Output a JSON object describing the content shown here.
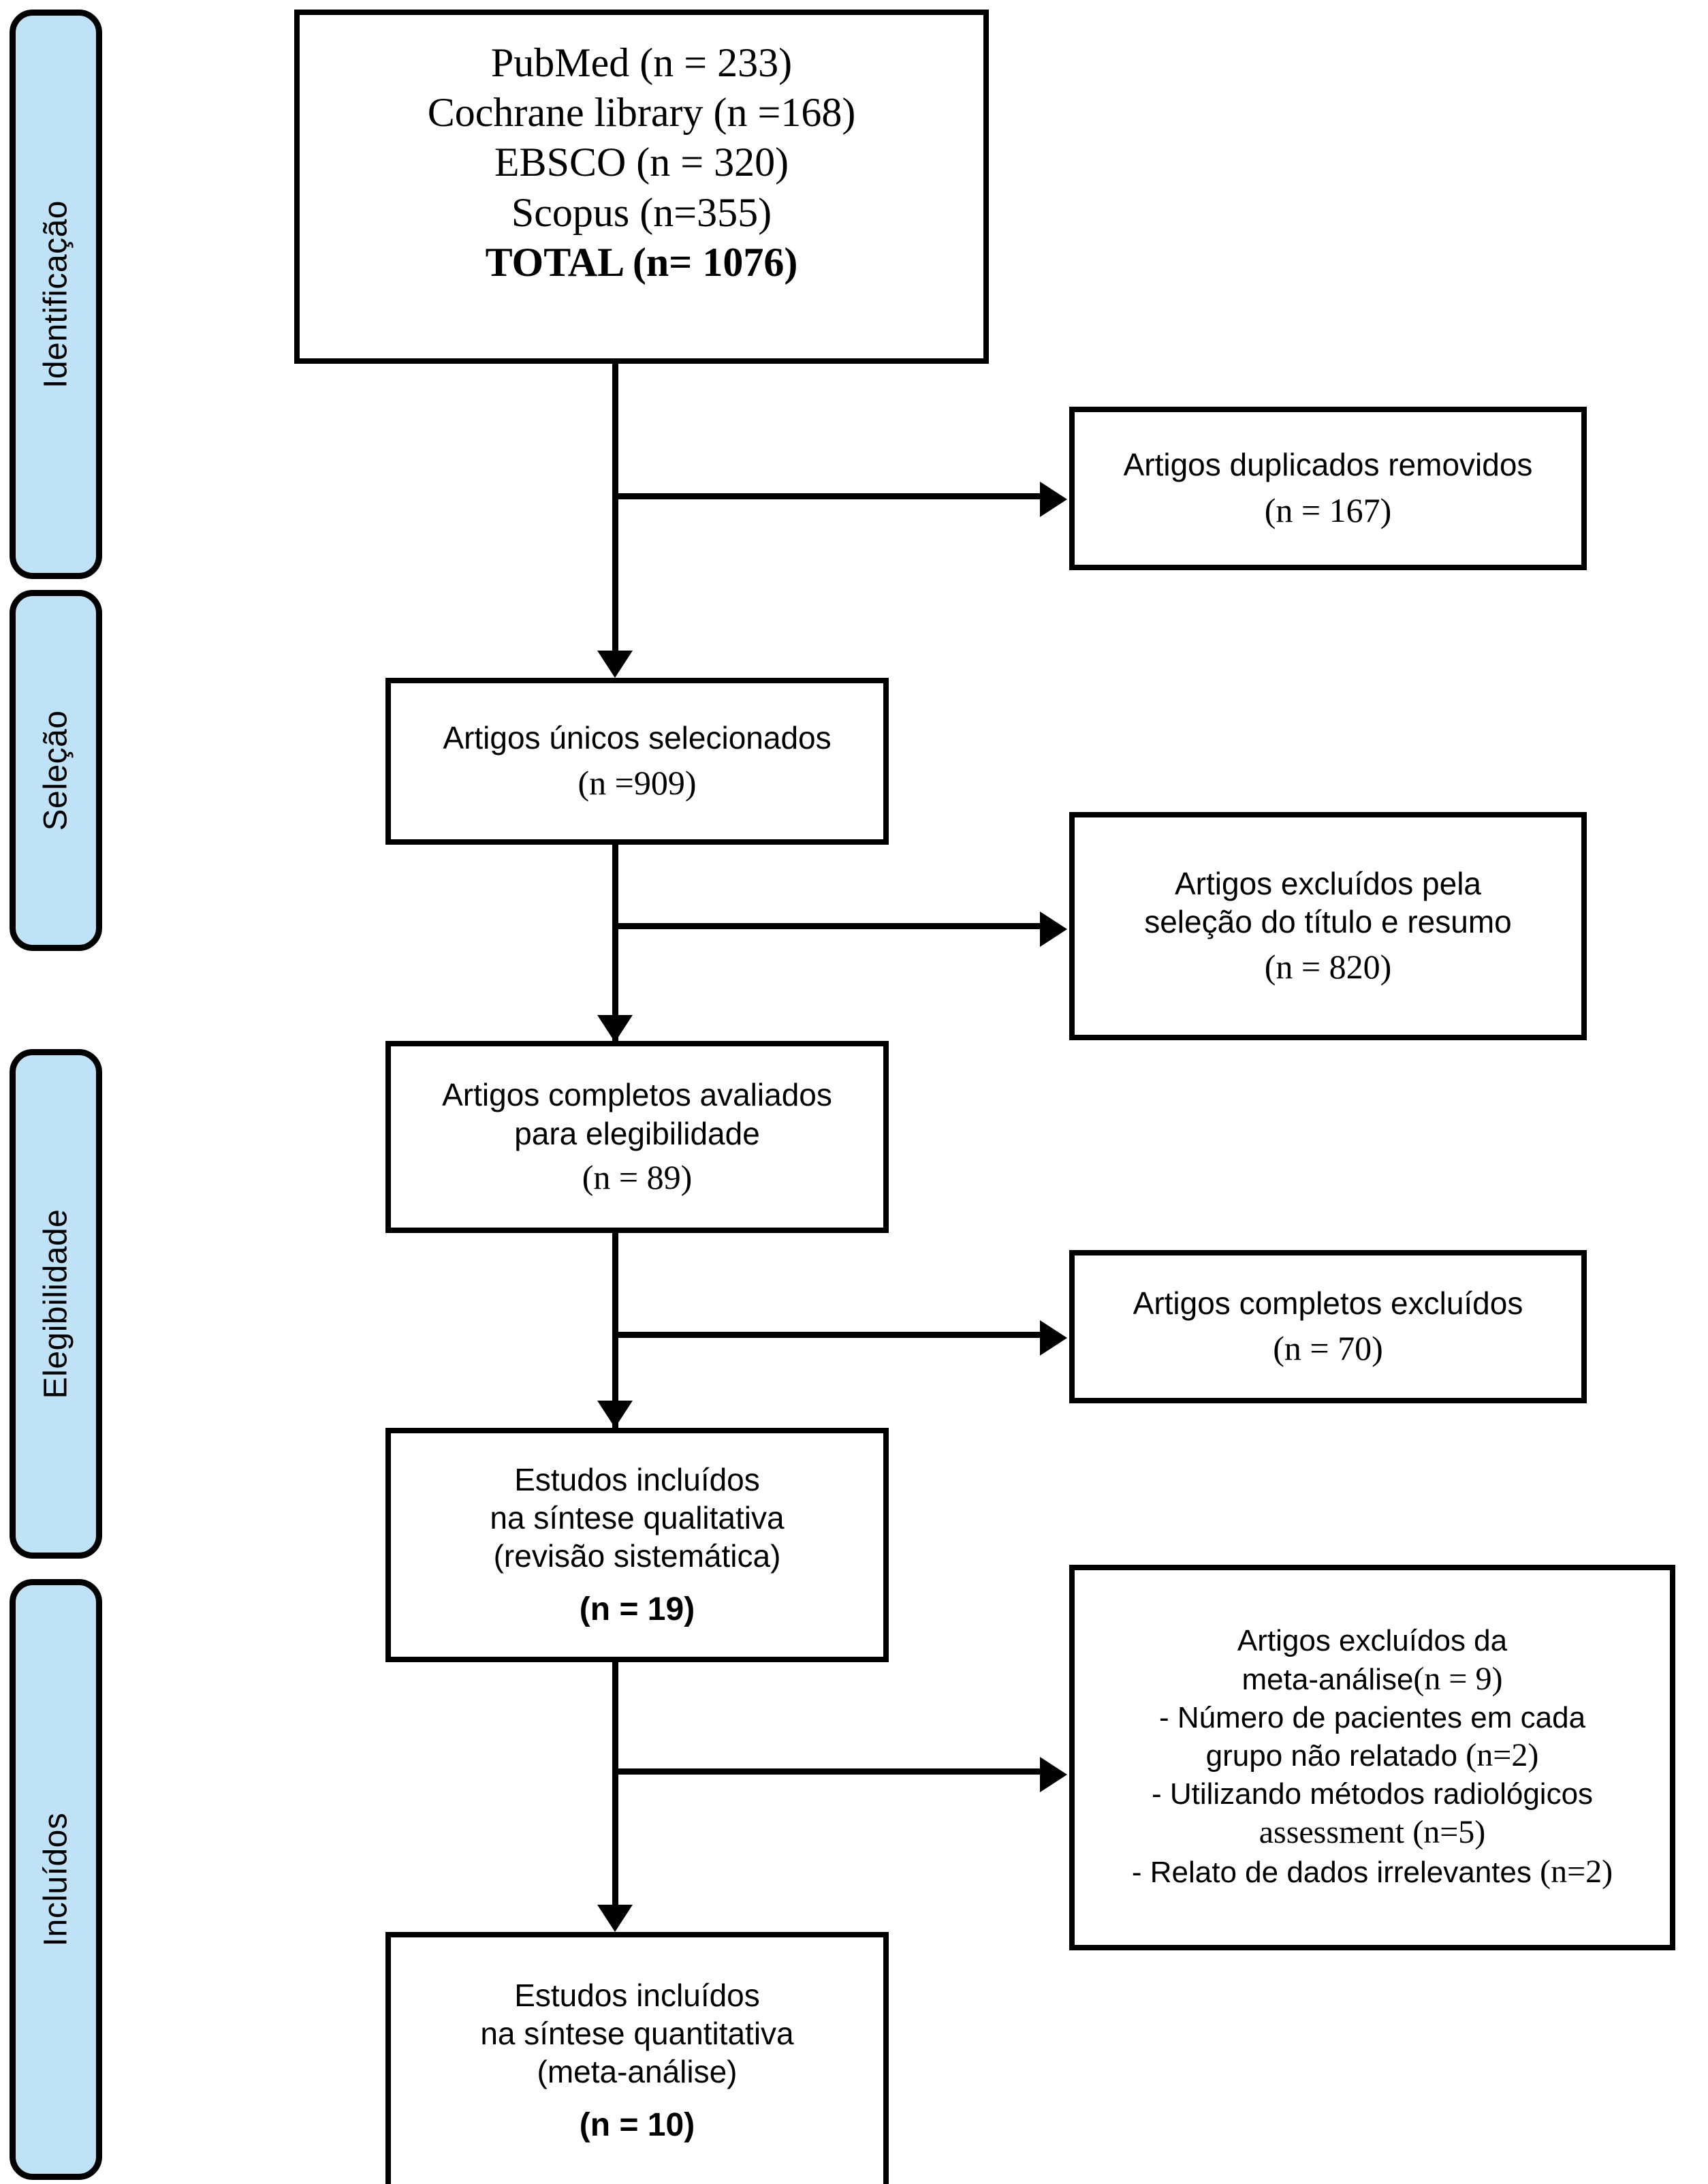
{
  "diagram": {
    "title": "PRISMA flow diagram",
    "language": "pt-BR",
    "accent_color": "#bfe2f7",
    "line_color": "#000000",
    "background": "#ffffff"
  },
  "stages": [
    {
      "id": "identificacao",
      "label": "Identificação"
    },
    {
      "id": "selecao",
      "label": "Seleção"
    },
    {
      "id": "elegibilidade",
      "label": "Elegibilidade"
    },
    {
      "id": "incluidos",
      "label": "Incluídos"
    }
  ],
  "boxes": {
    "sources": {
      "lines": [
        "PubMed (n = 233)",
        "Cochrane library (n =168)",
        "EBSCO (n = 320)",
        "Scopus (n=355)",
        "TOTAL (n= 1076)"
      ]
    },
    "duplicates_removed": {
      "label": "Artigos duplicados removidos",
      "count": "(n = 167)"
    },
    "unique_records": {
      "label": "Artigos únicos  selecionados",
      "count": "(n =909)"
    },
    "excluded_title_abstract": {
      "label_line1": "Artigos excluídos pela",
      "label_line2": "seleção do título e resumo",
      "count": "(n = 820)"
    },
    "fulltext_assessed": {
      "label_line1": "Artigos completos avaliados",
      "label_line2": "para elegibilidade",
      "count": "(n = 89)"
    },
    "fulltext_excluded": {
      "label": "Artigos completos excluídos",
      "count": "(n = 70)"
    },
    "qualitative_synthesis": {
      "label_line1": "Estudos incluídos",
      "label_line2": "na síntese qualitativa",
      "label_line3": "(revisão sistemática)",
      "count": "(n =  19)"
    },
    "excluded_meta": {
      "line1": "Artigos excluídos da",
      "line2a": "meta-análise",
      "line2b": "(n = 9)",
      "line3": "- Número de pacientes em cada",
      "line4a": "grupo não relatado",
      "line4b": "(n=2)",
      "line5": "-  Utilizando métodos radiológicos",
      "line6a": "assessment",
      "line6b": "(n=5)",
      "line7a": "- Relato de dados irrelevantes",
      "line7b": "(n=2)"
    },
    "quantitative_synthesis": {
      "label_line1": "Estudos incluídos",
      "label_line2": "na síntese quantitativa",
      "label_line3": "(meta-análise)",
      "count": "(n =  10)"
    }
  }
}
